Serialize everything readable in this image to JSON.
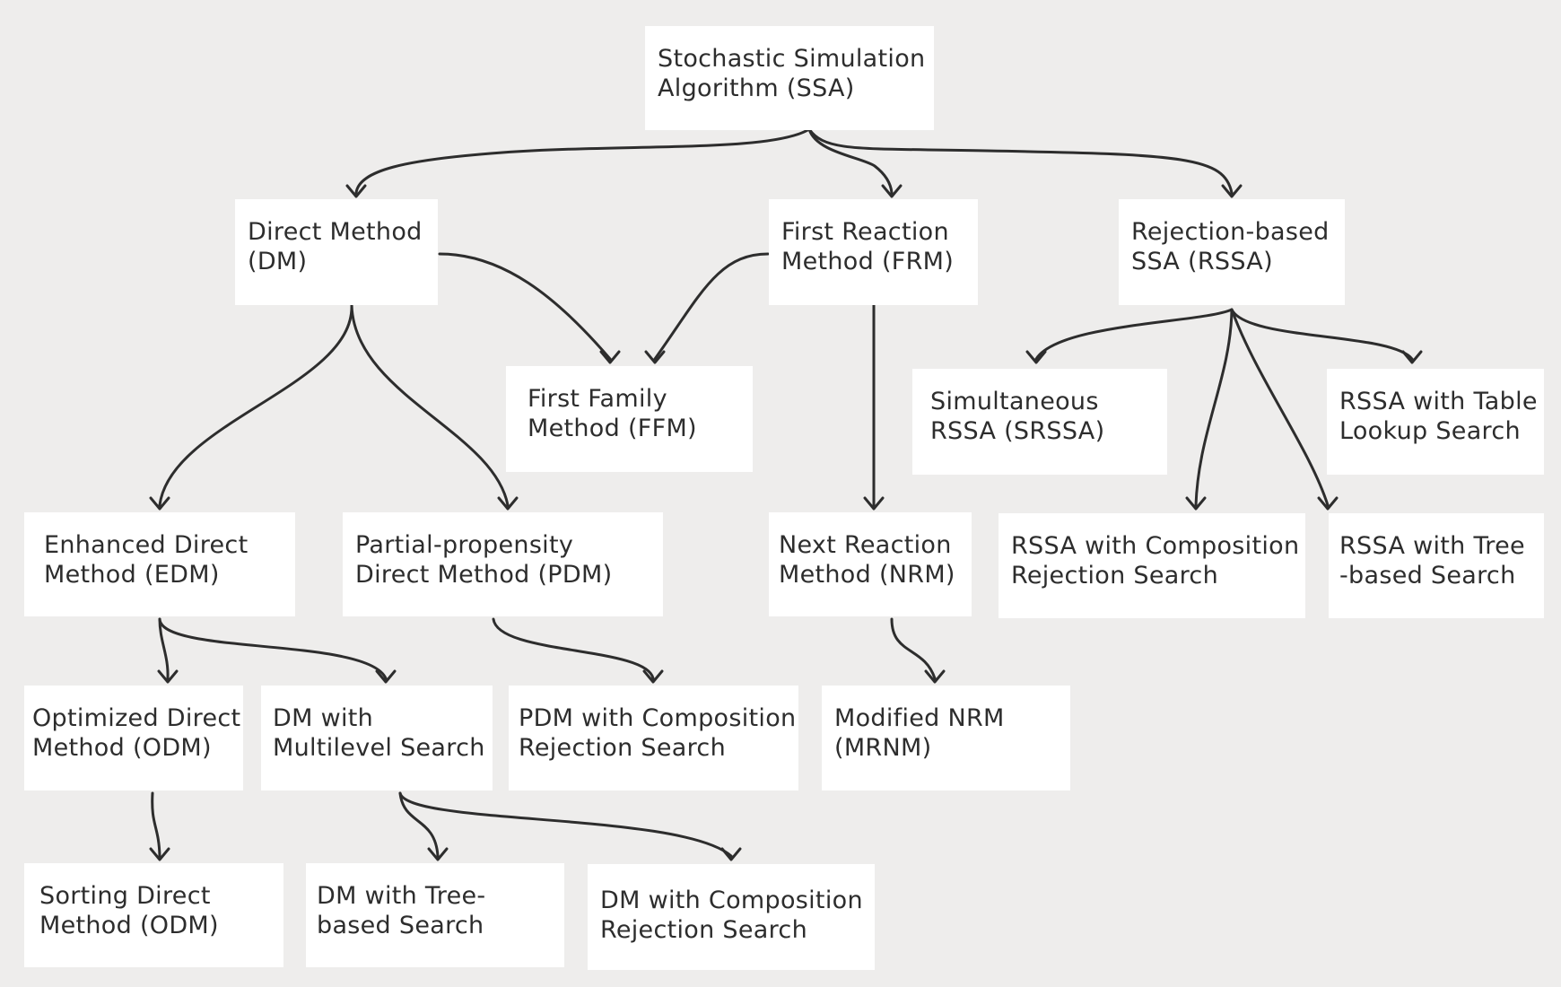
{
  "nodes": {
    "ssa": [
      "Stochastic Simulation",
      "Algorithm (SSA)"
    ],
    "dm": [
      "Direct Method",
      "(DM)"
    ],
    "frm": [
      "First Reaction",
      "Method (FRM)"
    ],
    "rssa": [
      "Rejection-based",
      "SSA (RSSA)"
    ],
    "ffm": [
      "First Family",
      "Method (FFM)"
    ],
    "srssa": [
      "Simultaneous",
      "RSSA (SRSSA)"
    ],
    "rssa_table": [
      "RSSA with Table",
      "Lookup Search"
    ],
    "edm": [
      "Enhanced Direct",
      "Method (EDM)"
    ],
    "pdm": [
      "Partial-propensity",
      "Direct Method (PDM)"
    ],
    "nrm": [
      "Next Reaction",
      "Method (NRM)"
    ],
    "rssa_cr": [
      "RSSA with Composition",
      "Rejection Search"
    ],
    "rssa_tree": [
      "RSSA with Tree",
      "-based Search"
    ],
    "odm": [
      "Optimized Direct",
      "Method (ODM)"
    ],
    "dm_multi": [
      "DM with",
      "Multilevel Search"
    ],
    "pdm_cr": [
      "PDM with Composition",
      "Rejection Search"
    ],
    "mrnm": [
      "Modified NRM",
      "(MRNM)"
    ],
    "sdm": [
      "Sorting Direct",
      "Method (ODM)"
    ],
    "dm_tree": [
      "DM with Tree-",
      "based Search"
    ],
    "dm_cr": [
      "DM with Composition",
      "Rejection Search"
    ]
  },
  "edges": [
    [
      "ssa",
      "dm"
    ],
    [
      "ssa",
      "frm"
    ],
    [
      "ssa",
      "rssa"
    ],
    [
      "dm",
      "ffm"
    ],
    [
      "frm",
      "ffm"
    ],
    [
      "dm",
      "edm"
    ],
    [
      "dm",
      "pdm"
    ],
    [
      "frm",
      "nrm"
    ],
    [
      "rssa",
      "srssa"
    ],
    [
      "rssa",
      "rssa_table"
    ],
    [
      "rssa",
      "rssa_cr"
    ],
    [
      "rssa",
      "rssa_tree"
    ],
    [
      "edm",
      "odm"
    ],
    [
      "edm",
      "dm_multi"
    ],
    [
      "pdm",
      "pdm_cr"
    ],
    [
      "nrm",
      "mrnm"
    ],
    [
      "odm",
      "sdm"
    ],
    [
      "dm_multi",
      "dm_tree"
    ],
    [
      "dm_multi",
      "dm_cr"
    ]
  ],
  "colors": {
    "background": "#eeedec",
    "box": "#ffffff",
    "text": "#2d2d2d",
    "edge": "#2d2d2d"
  }
}
